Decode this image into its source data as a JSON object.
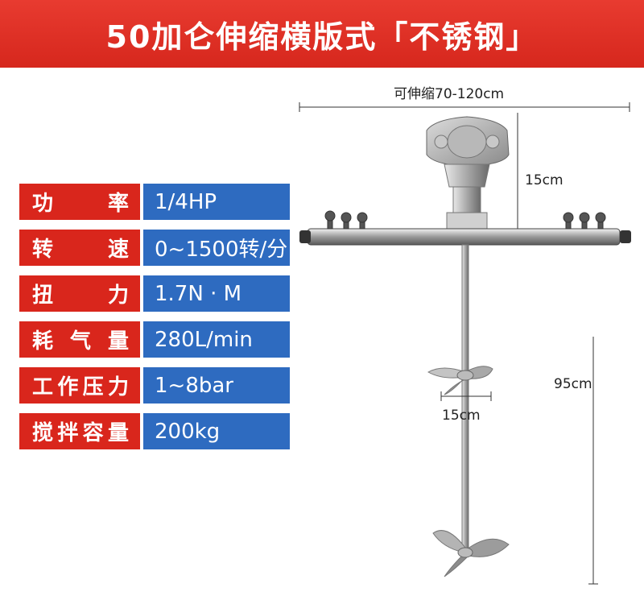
{
  "banner": {
    "title": "50加仑伸缩横版式「不锈钢」"
  },
  "specs": [
    {
      "label": "功率",
      "value": "1/4HP"
    },
    {
      "label": "转速",
      "value": "0~1500转/分"
    },
    {
      "label": "扭力",
      "value": "1.7N · M"
    },
    {
      "label": "耗气量",
      "value": "280L/min"
    },
    {
      "label": "工作压力",
      "value": "1~8bar"
    },
    {
      "label": "搅拌容量",
      "value": "200kg"
    }
  ],
  "dimensions": {
    "width_range": "可伸缩70-120cm",
    "head_height": "15cm",
    "blade_span": "15cm",
    "shaft_length": "95cm"
  },
  "colors": {
    "banner_red": "#d9261c",
    "label_red": "#d9261c",
    "value_blue": "#2e6bc0"
  }
}
